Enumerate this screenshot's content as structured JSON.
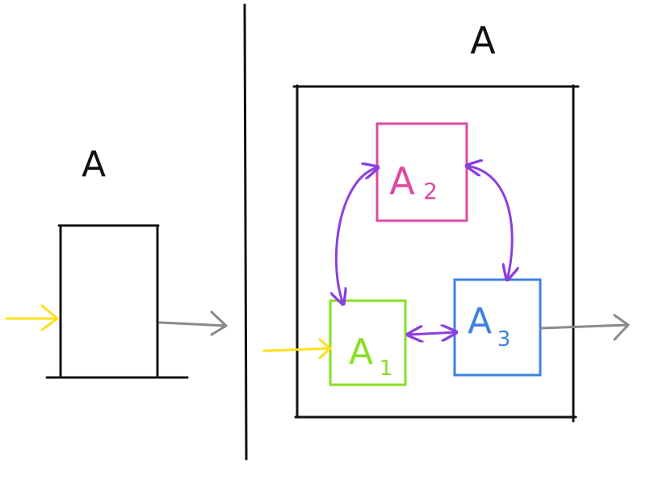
{
  "left": {
    "title": "A"
  },
  "right": {
    "title": "A",
    "nodes": [
      {
        "id": "a2",
        "main": "A",
        "sub": "2"
      },
      {
        "id": "a1",
        "main": "A",
        "sub": "1"
      },
      {
        "id": "a3",
        "main": "A",
        "sub": "3"
      }
    ]
  },
  "colors": {
    "black": "#111111",
    "input": "#ffe01a",
    "output": "#8a8a8a",
    "link": "#8a3fe0",
    "a1": "#88e024",
    "a2": "#dd4aa3",
    "a3": "#3d82e0"
  }
}
